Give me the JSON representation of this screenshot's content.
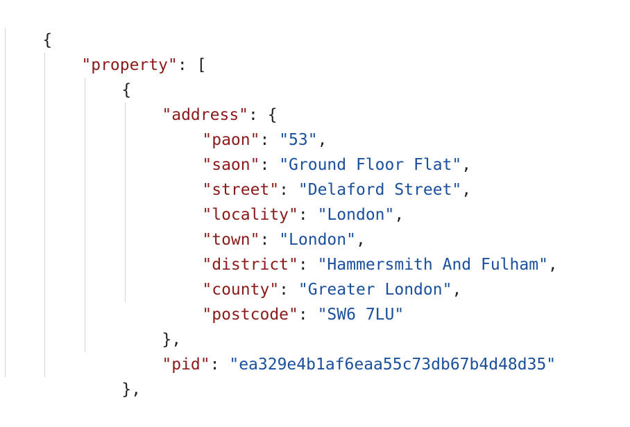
{
  "json": {
    "root_open": "{",
    "property_key": "\"property\"",
    "property_open": ": [",
    "item_open": "{",
    "address_key": "\"address\"",
    "address_open": ": {",
    "fields": [
      {
        "key": "\"paon\"",
        "value": "\"53\"",
        "trail": ","
      },
      {
        "key": "\"saon\"",
        "value": "\"Ground Floor Flat\"",
        "trail": ","
      },
      {
        "key": "\"street\"",
        "value": "\"Delaford Street\"",
        "trail": ","
      },
      {
        "key": "\"locality\"",
        "value": "\"London\"",
        "trail": ","
      },
      {
        "key": "\"town\"",
        "value": "\"London\"",
        "trail": ","
      },
      {
        "key": "\"district\"",
        "value": "\"Hammersmith And Fulham\"",
        "trail": ","
      },
      {
        "key": "\"county\"",
        "value": "\"Greater London\"",
        "trail": ","
      },
      {
        "key": "\"postcode\"",
        "value": "\"SW6 7LU\"",
        "trail": ""
      }
    ],
    "address_close": "},",
    "pid_key": "\"pid\"",
    "pid_value": "\"ea329e4b1af6eaa55c73db67b4d48d35\"",
    "item_close": "},"
  }
}
